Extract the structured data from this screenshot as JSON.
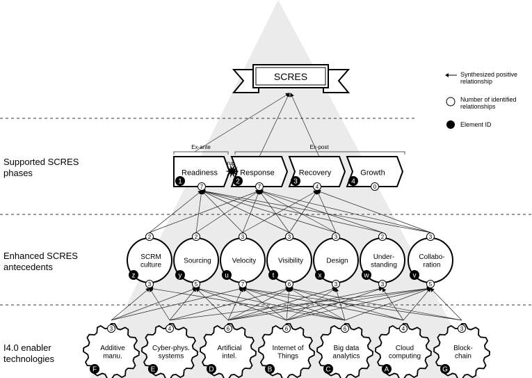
{
  "title": "SCRES",
  "sections": {
    "phases_label": "Supported SCRES\nphases",
    "antecedents_label": "Enhanced SCRES\nantecedents",
    "enablers_label": "I4.0 enabler\ntechnologies"
  },
  "legend": {
    "arrow": "Synthesized positive relationship",
    "circle": "Number of identified relationships",
    "dot": "Element ID"
  },
  "timeline": {
    "ex_ante": "Ex-ante",
    "ex_post": "Ex-post",
    "disruption": "Disruption"
  },
  "phases": [
    {
      "id": "1",
      "label": "Readiness",
      "count": "7"
    },
    {
      "id": "2",
      "label": "Response",
      "count": "7"
    },
    {
      "id": "3",
      "label": "Recovery",
      "count": "4"
    },
    {
      "id": "4",
      "label": "Growth",
      "count": "0"
    }
  ],
  "antecedents": [
    {
      "id": "z",
      "label": "SCRM\nculture",
      "top": "2",
      "bottom": "3"
    },
    {
      "id": "y",
      "label": "Sourcing",
      "top": "2",
      "bottom": "5"
    },
    {
      "id": "u",
      "label": "Velocity",
      "top": "3",
      "bottom": "7"
    },
    {
      "id": "t",
      "label": "Visibility",
      "top": "3",
      "bottom": "6"
    },
    {
      "id": "x",
      "label": "Design",
      "top": "3",
      "bottom": "3"
    },
    {
      "id": "w",
      "label": "Under-\nstanding",
      "top": "2",
      "bottom": "3"
    },
    {
      "id": "v",
      "label": "Collabo-\nration",
      "top": "3",
      "bottom": "5"
    }
  ],
  "enablers": [
    {
      "id": "F",
      "label": "Additive\nmanu.",
      "count": "3"
    },
    {
      "id": "E",
      "label": "Cyber-phys.\nsystems",
      "count": "4"
    },
    {
      "id": "D",
      "label": "Artificial\nintel.",
      "count": "6"
    },
    {
      "id": "B",
      "label": "Internet of\nThings",
      "count": "6"
    },
    {
      "id": "C",
      "label": "Big data\nanalytics",
      "count": "6"
    },
    {
      "id": "A",
      "label": "Cloud\ncomputing",
      "count": "4"
    },
    {
      "id": "G",
      "label": "Block-\nchain",
      "count": "3"
    }
  ]
}
